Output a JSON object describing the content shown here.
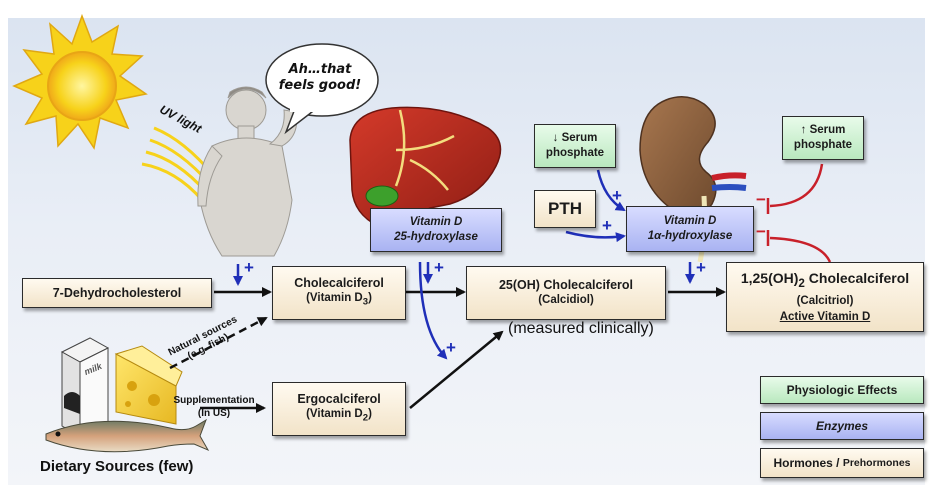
{
  "speech_bubble": {
    "line1": "Ah…that",
    "line2": "feels good!"
  },
  "uv_label": "UV light",
  "boxes": {
    "dehydrocholesterol": "7-Dehydrocholesterol",
    "cholecalciferol": {
      "line1": "Cholecalciferol",
      "line2": "(Vitamin D",
      "sub": "3",
      "close": ")"
    },
    "ergocalciferol": {
      "line1": "Ergocalciferol",
      "line2": "(Vitamin D",
      "sub": "2",
      "close": ")"
    },
    "calcidiol": {
      "line1": "25(OH) Cholecalciferol",
      "line2": "(Calcidiol)"
    },
    "calcitriol": {
      "line1a": "1,25(OH)",
      "sub": "2",
      "line1b": " Cholecalciferol",
      "line2": "(Calcitriol)",
      "line3": "Active Vitamin D"
    },
    "hydroxylase25": {
      "line1": "Vitamin D",
      "line2": "25-hydroxylase"
    },
    "hydroxylase1a": {
      "line1": "Vitamin D",
      "line2": "1α-hydroxylase"
    },
    "pth": "PTH",
    "low_phosphate": {
      "line1": "↓ Serum",
      "line2": "phosphate"
    },
    "high_phosphate": {
      "line1": "↑ Serum",
      "line2": "phosphate"
    }
  },
  "measured_note": "(measured clinically)",
  "natural_sources": {
    "line1": "Natural sources",
    "line2": "(e.g. fish)"
  },
  "supplementation": {
    "line1": "Supplementation",
    "line2": "(In US)"
  },
  "milk_label": "milk",
  "dietary_sources": "Dietary Sources (few)",
  "legend": {
    "physiologic": "Physiologic Effects",
    "enzymes": "Enzymes",
    "hormones_a": "Hormones / ",
    "hormones_b": "Prehormones"
  },
  "colors": {
    "enzyme_blue": "#1f2fb8",
    "inhibit_red": "#c8202a",
    "sun_yellow": "#f7d21a"
  }
}
